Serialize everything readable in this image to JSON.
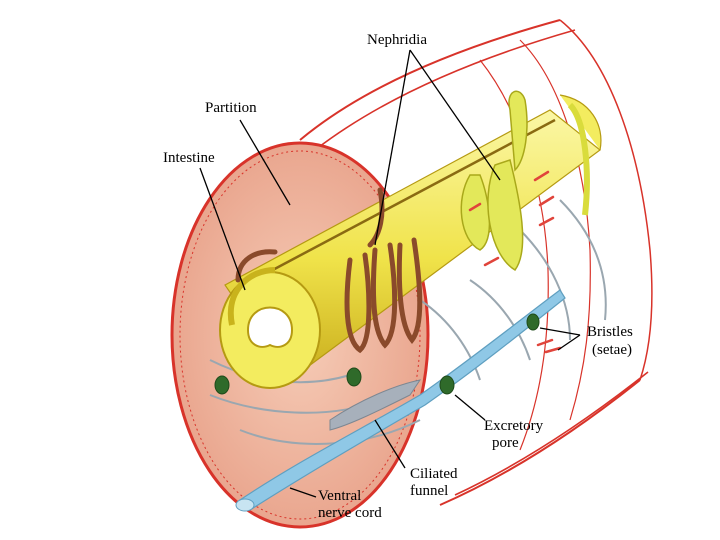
{
  "labels": {
    "nephridia": "Nephridia",
    "partition": "Partition",
    "intestine": "Intestine",
    "bristles_line1": "Bristles",
    "bristles_line2": "(setae)",
    "excretory_line1": "Excretory",
    "excretory_line2": "pore",
    "ciliated_line1": "Ciliated",
    "ciliated_line2": "funnel",
    "ventral_line1": "Ventral",
    "ventral_line2": "nerve cord"
  },
  "colors": {
    "body_wall": "#d8332a",
    "partition_fill": "#f1b8a0",
    "intestine": "#f3ec5f",
    "intestine_dark": "#c9b31c",
    "nephridia_brown": "#8a4a2b",
    "nephridia_yellow": "#e3e85a",
    "nerve_cord": "#8fc8e6",
    "pore_green": "#2f6a2a",
    "tube_gray": "#b9c4cc"
  }
}
